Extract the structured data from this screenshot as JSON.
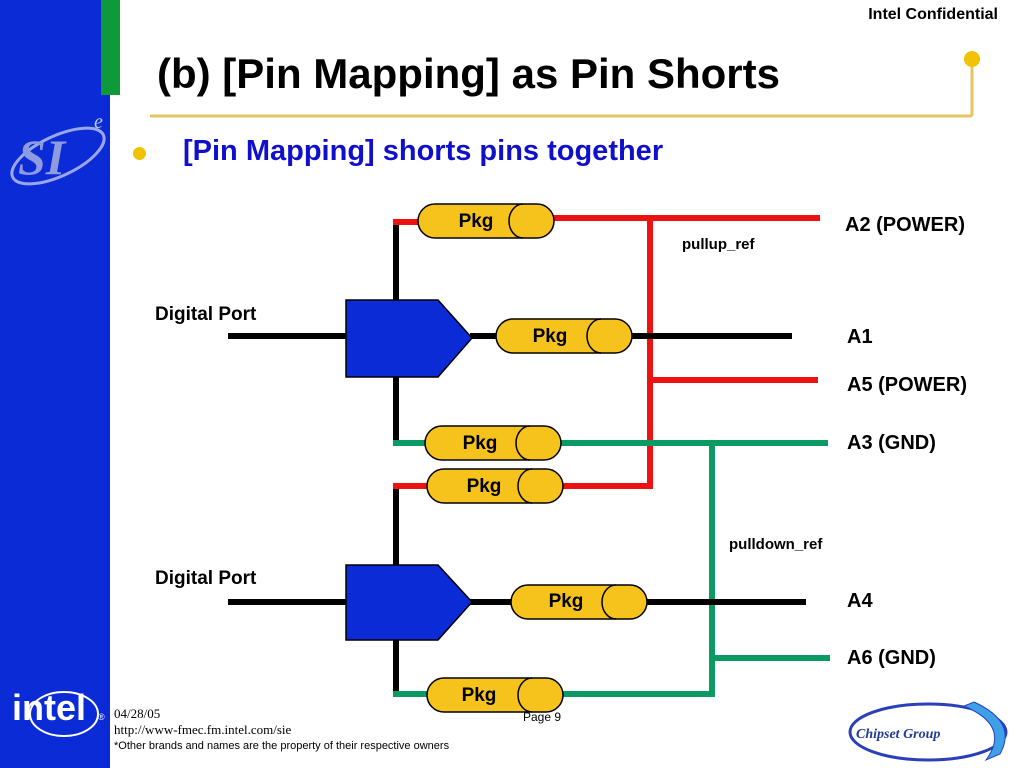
{
  "header": {
    "confidential": "Intel Confidential",
    "title": "(b) [Pin Mapping] as Pin Shorts",
    "subtitle": "[Pin Mapping] shorts pins together"
  },
  "logos": {
    "si_logo_text": "SI",
    "si_logo_super": "e",
    "intel_logo_text": "intel",
    "chipset_group_text": "Chipset Group"
  },
  "diagram": {
    "ports": [
      "Digital Port",
      "Digital Port"
    ],
    "packages": [
      "Pkg",
      "Pkg",
      "Pkg",
      "Pkg",
      "Pkg",
      "Pkg"
    ],
    "pins": [
      "A2 (POWER)",
      "A1",
      "A5 (POWER)",
      "A3 (GND)",
      "A4",
      "A6 (GND)"
    ],
    "refs": {
      "pullup": "pullup_ref",
      "pulldown": "pulldown_ref"
    },
    "colors": {
      "power": "#ee1111",
      "ground": "#0b9a63",
      "signal": "#000000",
      "buffer": "#0a2bd6",
      "package": "#f6c21c"
    }
  },
  "footer": {
    "date": "04/28/05",
    "url": "http://www-fmec.fm.intel.com/sie",
    "note": "*Other brands and names are the property of their respective owners",
    "page": "Page 9"
  }
}
